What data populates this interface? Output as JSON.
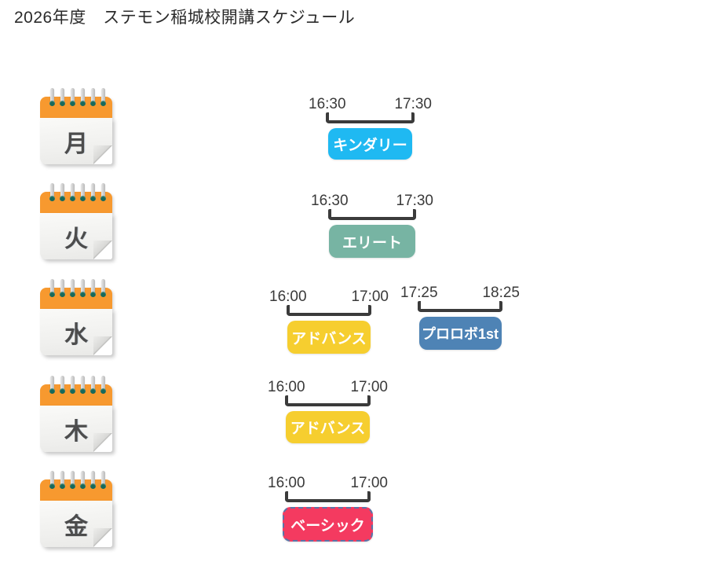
{
  "title": "2026年度　ステモン稲城校開講スケジュール",
  "background_color": "#ffffff",
  "calendar_icon": {
    "header_color": "#F7992F",
    "ring_color": "#17695B",
    "body_color": "#f1f1ef",
    "day_text_color": "#4c4c4c"
  },
  "bracket_color": "#3b3b3b",
  "days": [
    {
      "day": "月",
      "sessions": [
        {
          "start": "16:30",
          "end": "17:30",
          "label": "キンダリー",
          "color": "#1FB9F2"
        }
      ]
    },
    {
      "day": "火",
      "sessions": [
        {
          "start": "16:30",
          "end": "17:30",
          "label": "エリート",
          "color": "#77B4A3"
        }
      ]
    },
    {
      "day": "水",
      "sessions": [
        {
          "start": "16:00",
          "end": "17:00",
          "label": "アドバンス",
          "color": "#F6CE2F"
        },
        {
          "start": "17:25",
          "end": "18:25",
          "label": "プロロボ1st",
          "color": "#4E83B5"
        }
      ]
    },
    {
      "day": "木",
      "sessions": [
        {
          "start": "16:00",
          "end": "17:00",
          "label": "アドバンス",
          "color": "#F6CE2F"
        }
      ]
    },
    {
      "day": "金",
      "sessions": [
        {
          "start": "16:00",
          "end": "17:00",
          "label": "ベーシック",
          "color": "#F43A60",
          "border_style": "dashed",
          "border_color": "#5b74a8"
        }
      ]
    }
  ]
}
